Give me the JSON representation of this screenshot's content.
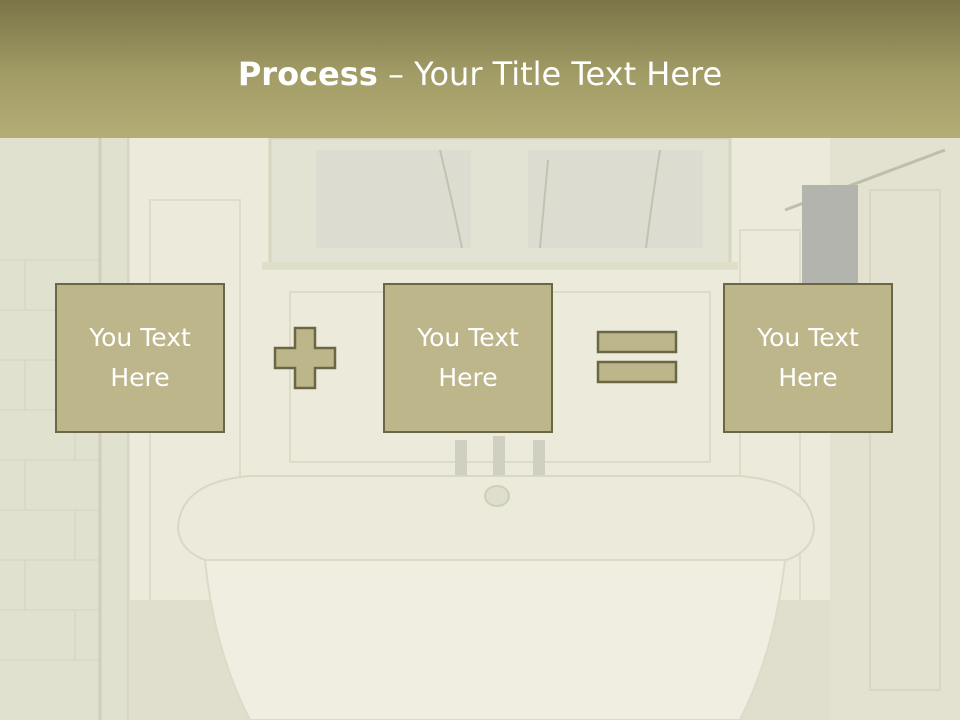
{
  "slide": {
    "title_bold": "Process",
    "title_rest": " – Your Title Text Here"
  },
  "boxes": [
    {
      "text": "You Text Here"
    },
    {
      "text": "You Text Here"
    },
    {
      "text": "You Text Here"
    }
  ],
  "operators": [
    "plus-icon",
    "equals-icon"
  ],
  "colors": {
    "band_top": "#7a7448",
    "band_bottom": "#b5ad76",
    "box_fill": "#bdb68a",
    "box_border": "#6b6745",
    "text": "#ffffff"
  }
}
